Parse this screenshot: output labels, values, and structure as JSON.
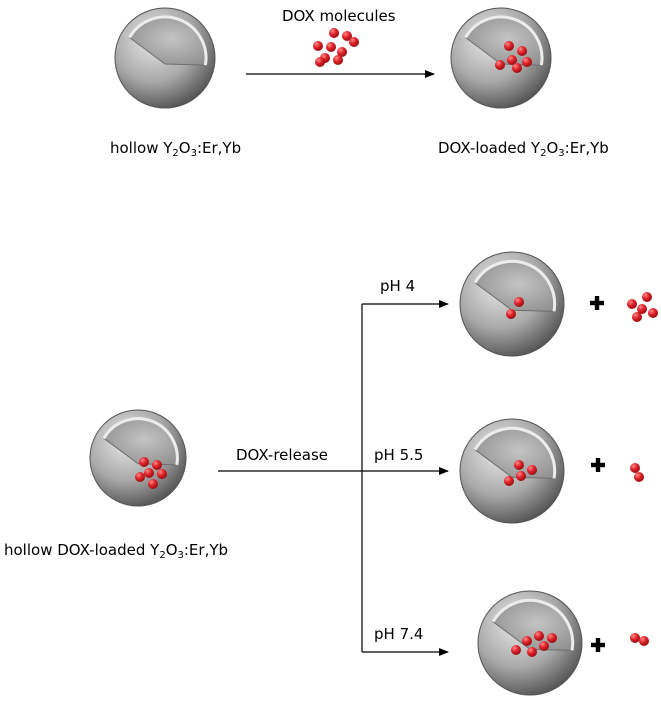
{
  "colors": {
    "drug": "#e0242b",
    "shell_dark": "#5a5a5a",
    "shell_light": "#d6d6d6",
    "arrow": "#000000"
  },
  "top_row": {
    "arrow_label": "DOX molecules",
    "left_caption": {
      "pre": "hollow Y",
      "s1": "2",
      "mid": "O",
      "s2": "3",
      "post": ":Er,Yb"
    },
    "right_caption": {
      "pre": "DOX-loaded Y",
      "s1": "2",
      "mid": "O",
      "s2": "3",
      "post": ":Er,Yb"
    }
  },
  "bottom_row": {
    "arrow_label": "DOX-release",
    "source_caption": {
      "pre": "hollow DOX-loaded Y",
      "s1": "2",
      "mid": "O",
      "s2": "3",
      "post": ":Er,Yb"
    },
    "branches": [
      {
        "ph_label": "pH 4",
        "remaining_dots": 2,
        "released_dots": 5
      },
      {
        "ph_label": "pH 5.5",
        "remaining_dots": 4,
        "released_dots": 2
      },
      {
        "ph_label": "pH 7.4",
        "remaining_dots": 6,
        "released_dots": 2
      }
    ]
  }
}
